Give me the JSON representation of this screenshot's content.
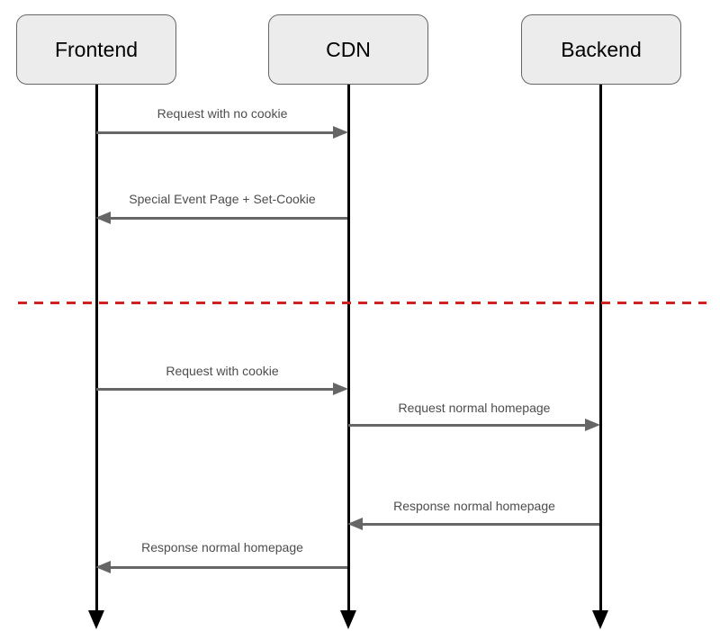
{
  "diagram": {
    "type": "sequence-diagram",
    "actors": [
      {
        "name": "Frontend"
      },
      {
        "name": "CDN"
      },
      {
        "name": "Backend"
      }
    ],
    "messages": [
      {
        "label": "Request with no cookie",
        "from": "Frontend",
        "to": "CDN"
      },
      {
        "label": "Special Event Page + Set-Cookie",
        "from": "CDN",
        "to": "Frontend"
      },
      {
        "label": "Request with cookie",
        "from": "Frontend",
        "to": "CDN"
      },
      {
        "label": "Request normal homepage",
        "from": "CDN",
        "to": "Backend"
      },
      {
        "label": "Response normal homepage",
        "from": "Backend",
        "to": "CDN"
      },
      {
        "label": "Response normal homepage",
        "from": "CDN",
        "to": "Frontend"
      }
    ],
    "divider": {
      "style": "dashed",
      "color": "#cc2222"
    },
    "colors": {
      "actor_fill": "#ececec",
      "actor_border": "#666666",
      "lifeline": "#000000",
      "message_arrow": "#666666",
      "message_text": "#4d4d4d"
    }
  }
}
